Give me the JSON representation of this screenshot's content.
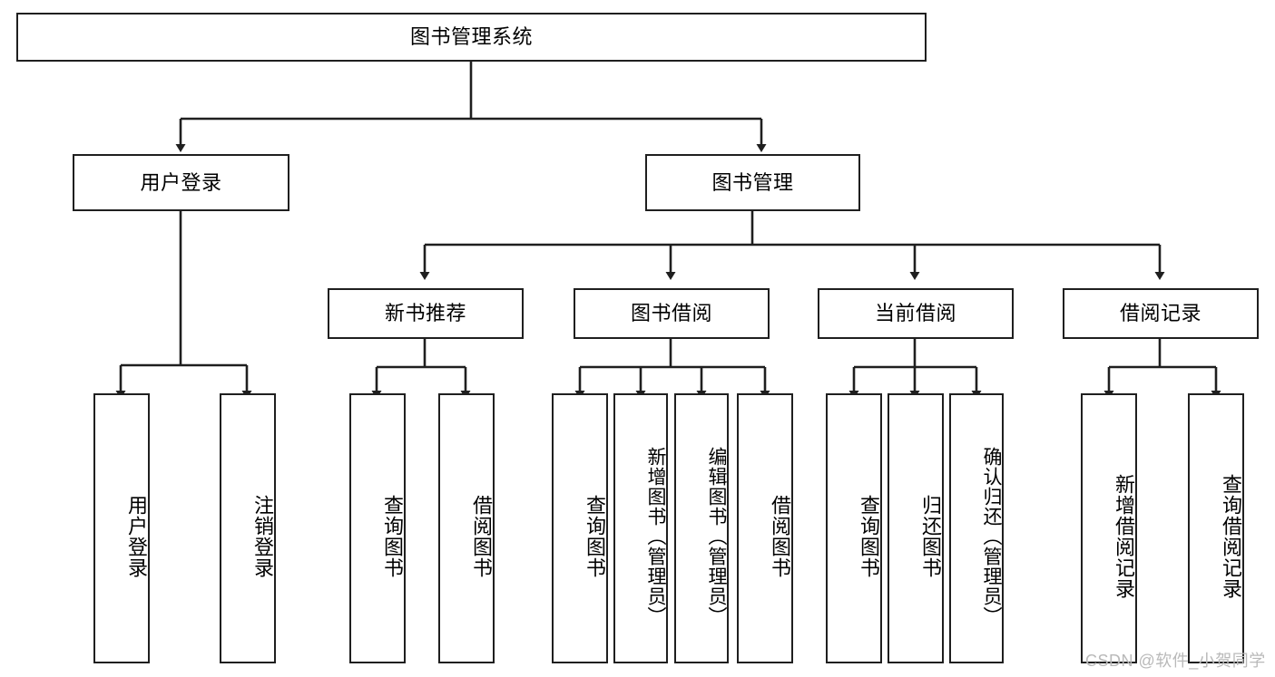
{
  "diagram": {
    "type": "tree-hierarchy",
    "title": "图书管理系统",
    "watermark": "CSDN @软件_小贺同学",
    "colors": {
      "stroke": "#1f1f1f",
      "fill": "#ffffff",
      "text": "#000000",
      "watermark": "#b9b9b9"
    },
    "nodes": {
      "root": {
        "label": "图书管理系统"
      },
      "level2": [
        {
          "id": "user-login",
          "label": "用户登录"
        },
        {
          "id": "book-manage",
          "label": "图书管理"
        }
      ],
      "level3": [
        {
          "id": "new-book-rec",
          "label": "新书推荐"
        },
        {
          "id": "book-borrow",
          "label": "图书借阅"
        },
        {
          "id": "current-borrow",
          "label": "当前借阅"
        },
        {
          "id": "borrow-record",
          "label": "借阅记录"
        }
      ],
      "leaves": {
        "user-login": [
          {
            "id": "leaf-user-login",
            "label": "用户登录"
          },
          {
            "id": "leaf-logout-login",
            "label": "注销登录"
          }
        ],
        "new-book-rec": [
          {
            "id": "leaf-query-book-1",
            "label": "查询图书"
          },
          {
            "id": "leaf-borrow-book-1",
            "label": "借阅图书"
          }
        ],
        "book-borrow": [
          {
            "id": "leaf-query-book-2",
            "label": "查询图书"
          },
          {
            "id": "leaf-add-book",
            "label": "新增图书（管理员）"
          },
          {
            "id": "leaf-edit-book",
            "label": "编辑图书（管理员）"
          },
          {
            "id": "leaf-borrow-book-2",
            "label": "借阅图书"
          }
        ],
        "current-borrow": [
          {
            "id": "leaf-query-book-3",
            "label": "查询图书"
          },
          {
            "id": "leaf-return-book",
            "label": "归还图书"
          },
          {
            "id": "leaf-confirm-return",
            "label": "确认归还（管理员）"
          }
        ],
        "borrow-record": [
          {
            "id": "leaf-add-record",
            "label": "新增借阅记录"
          },
          {
            "id": "leaf-query-record",
            "label": "查询借阅记录"
          }
        ]
      }
    }
  }
}
